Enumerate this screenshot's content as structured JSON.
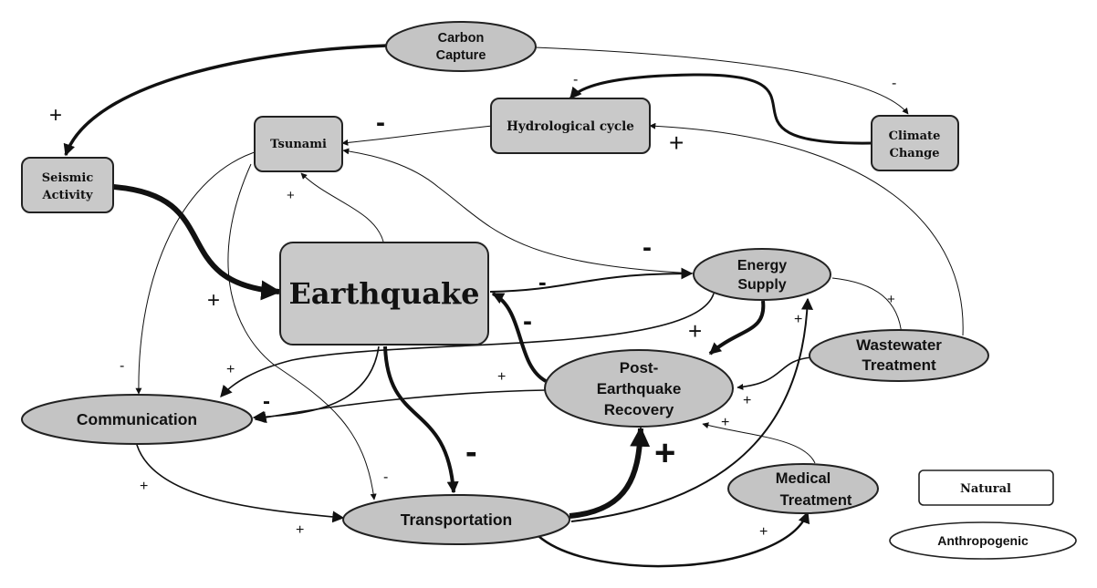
{
  "nodes": {
    "carbon_capture": [
      "Carbon",
      "Capture"
    ],
    "hydrological_cycle": [
      "Hydrological cycle"
    ],
    "climate_change": [
      "Climate",
      "Change"
    ],
    "tsunami": [
      "Tsunami"
    ],
    "seismic_activity": [
      "Seismic",
      "Activity"
    ],
    "earthquake": [
      "Earthquake"
    ],
    "energy_supply": [
      "Energy",
      "Supply"
    ],
    "wastewater_treatment": [
      "Wastewater",
      "Treatment"
    ],
    "post_earthquake_recovery": [
      "Post-",
      "Earthquake",
      "Recovery"
    ],
    "communication": [
      "Communication"
    ],
    "transportation": [
      "Transportation"
    ],
    "medical_treatment": [
      "Medical",
      "Treatment"
    ]
  },
  "legend": {
    "natural": "Natural",
    "anthropogenic": "Anthropogenic"
  },
  "signs": {
    "plus": "+",
    "minus": "-"
  }
}
